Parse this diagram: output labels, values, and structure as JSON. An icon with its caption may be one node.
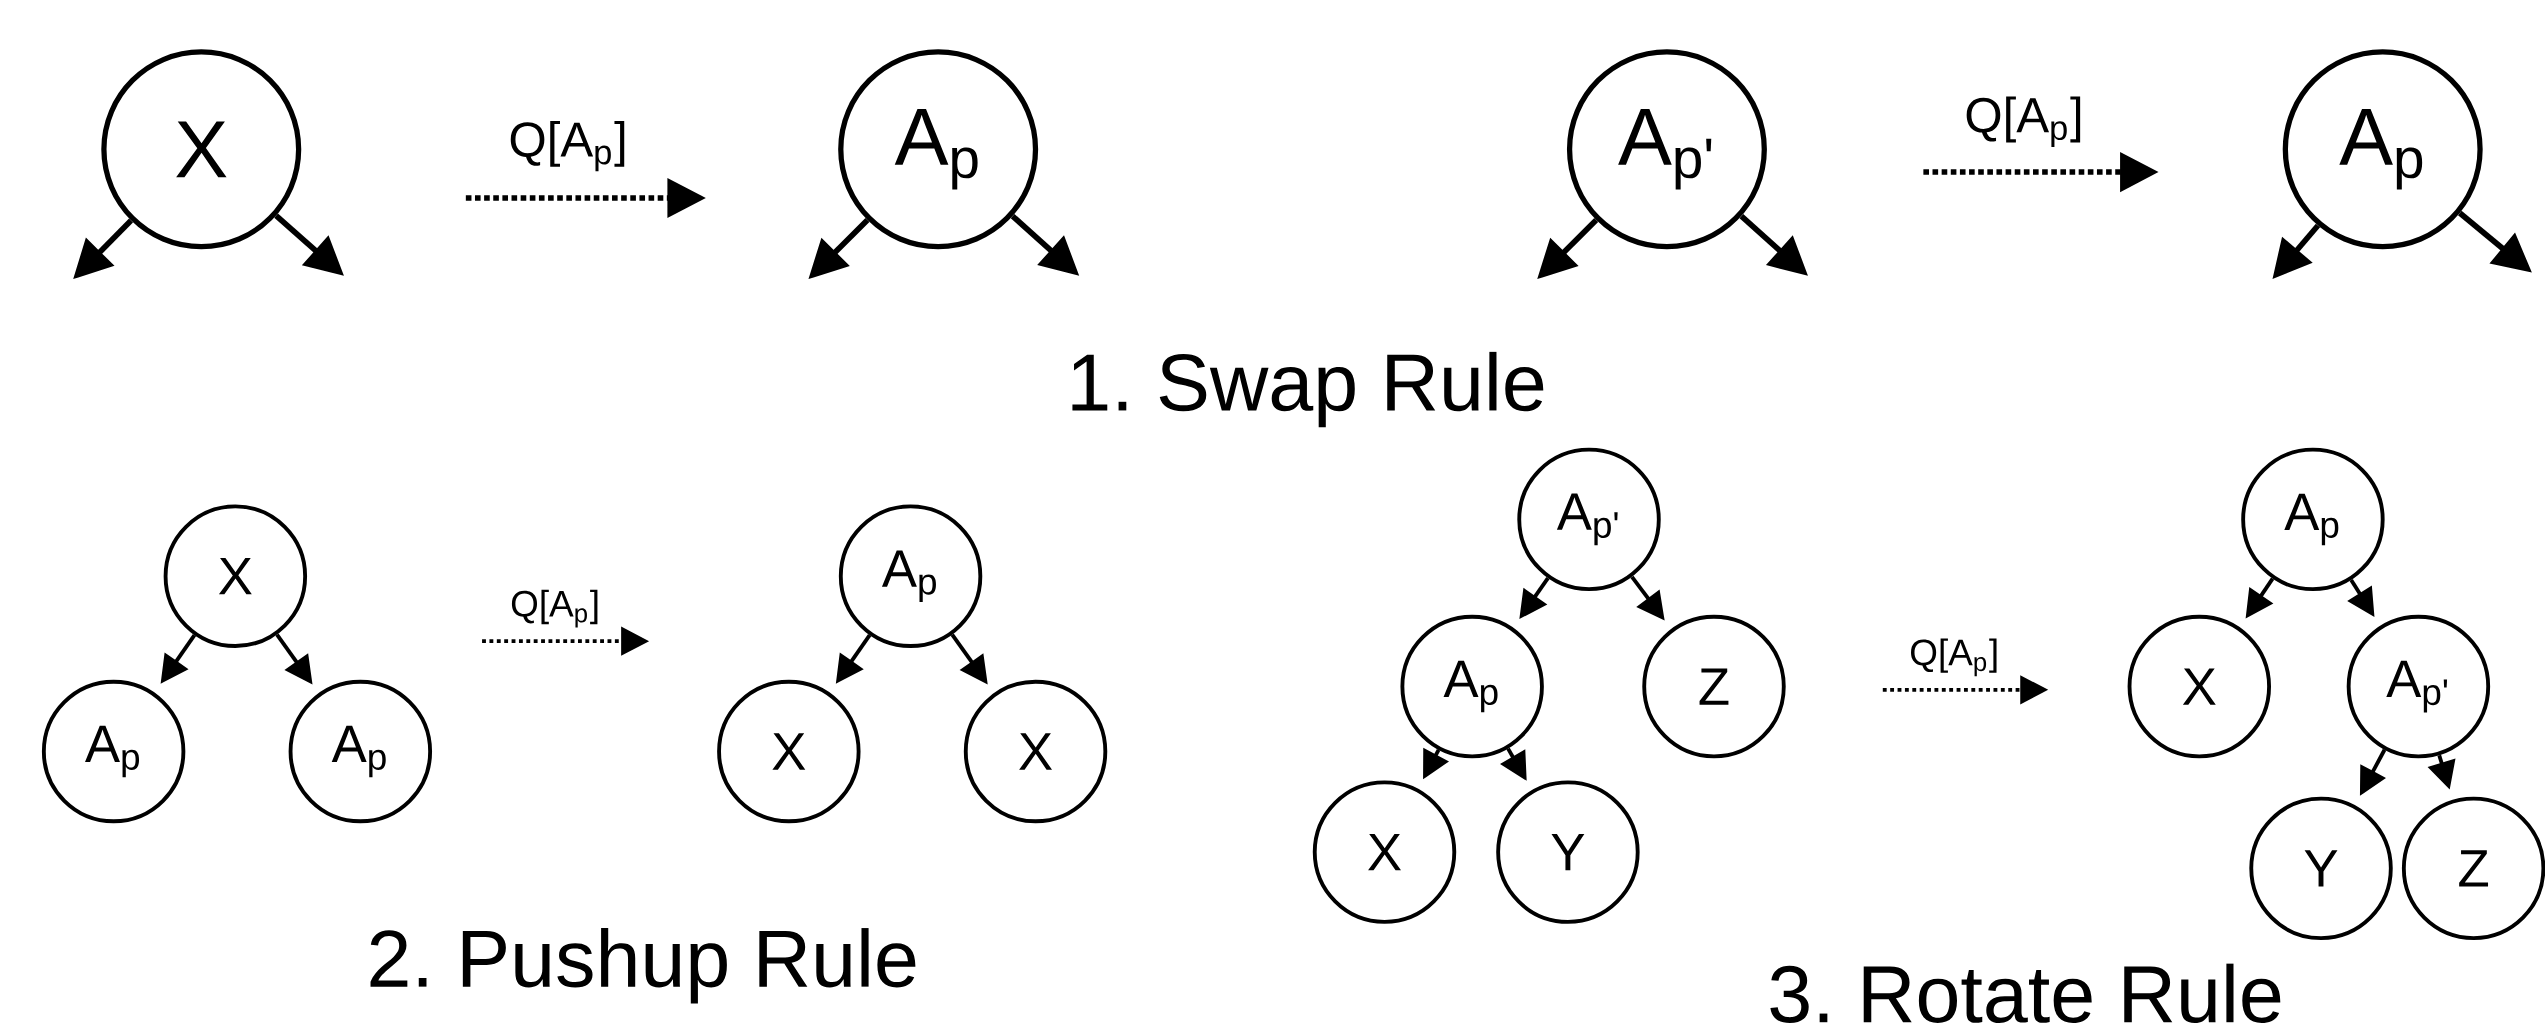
{
  "diagram": {
    "nodes": [
      {
        "text": [
          "X"
        ]
      },
      {
        "text": [
          "A$_{p}$"
        ]
      },
      {
        "text": [
          "A$_{p'}$"
        ]
      },
      {
        "text": [
          "A$_{p}$"
        ]
      },
      {
        "text": [
          "X"
        ]
      },
      {
        "text": [
          "A$_{p}$"
        ]
      },
      {
        "text": [
          "A$_{p}$"
        ]
      },
      {
        "text": [
          "A$_{p}$"
        ]
      },
      {
        "text": [
          "X"
        ]
      },
      {
        "text": [
          "X"
        ]
      },
      {
        "text": [
          "A$_{p'}$"
        ]
      },
      {
        "text": [
          "A$_{p}$"
        ]
      },
      {
        "text": [
          "Z"
        ]
      },
      {
        "text": [
          "X"
        ]
      },
      {
        "text": [
          "Y"
        ]
      },
      {
        "text": [
          "A$_{p}$"
        ]
      },
      {
        "text": [
          "X"
        ]
      },
      {
        "text": [
          "A$_{p'}$"
        ]
      },
      {
        "text": [
          "Y"
        ]
      },
      {
        "text": [
          "Z"
        ]
      }
    ],
    "edges": [
      {
        "from": 0,
        "to": null,
        "arrow": "to"
      },
      {
        "from": 0,
        "to": null,
        "arrow": "to"
      },
      {
        "from": 1,
        "to": null,
        "arrow": "to"
      },
      {
        "from": 1,
        "to": null,
        "arrow": "to"
      },
      {
        "from": 2,
        "to": null,
        "arrow": "to"
      },
      {
        "from": 2,
        "to": null,
        "arrow": "to"
      },
      {
        "from": 3,
        "to": null,
        "arrow": "to"
      },
      {
        "from": 3,
        "to": null,
        "arrow": "to"
      },
      {
        "from": 4,
        "to": 5,
        "arrow": "to"
      },
      {
        "from": 4,
        "to": 6,
        "arrow": "to"
      },
      {
        "from": 7,
        "to": 8,
        "arrow": "to"
      },
      {
        "from": 7,
        "to": 9,
        "arrow": "to"
      },
      {
        "from": 10,
        "to": 11,
        "arrow": "to"
      },
      {
        "from": 10,
        "to": 12,
        "arrow": "to"
      },
      {
        "from": 11,
        "to": 13,
        "arrow": "to"
      },
      {
        "from": 11,
        "to": 14,
        "arrow": "to"
      },
      {
        "from": 15,
        "to": 16,
        "arrow": "to"
      },
      {
        "from": 15,
        "to": 17,
        "arrow": "to"
      },
      {
        "from": 17,
        "to": 18,
        "arrow": "to"
      },
      {
        "from": 17,
        "to": 19,
        "arrow": "to"
      }
    ],
    "labels": [
      "Q[A$_{p}$]",
      "Q[A$_{p}$]",
      "1. Swap Rule",
      "Q[A$_{p}$]",
      "Q[A$_{p}$]",
      "2. Pushup Rule",
      "3. Rotate Rule"
    ]
  }
}
